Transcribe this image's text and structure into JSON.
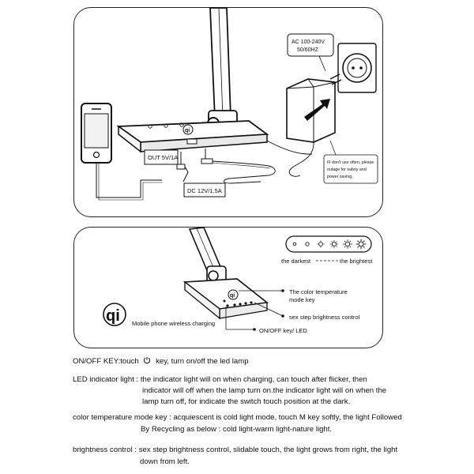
{
  "top_panel": {
    "ac_label_1": "AC 100-240V",
    "ac_label_2": "50/60HZ",
    "out_label": "OUT 5V/1A",
    "dc_label": "DC 12V/1.5A",
    "note_lines": [
      "IF don't use often, please",
      "outage for safety and",
      "power saving."
    ]
  },
  "bottom_panel": {
    "darkest": "the darkest",
    "brightest": "the brightest",
    "color_mode_1": "The color temperature",
    "color_mode_2": "mode key",
    "six_step": "sex step brightness control",
    "onoff": "ON/OFF key/ LED",
    "wireless": "Mobile phone wireless charging",
    "qi_logo": "qi"
  },
  "descriptions": {
    "onoff_key_label": "ON/OFF KEY:touch",
    "onoff_key_text": "key, turn on/off the led lamp",
    "led_key": "LED indicator light :",
    "led_text_1": "the indicator light will on when charging, can touch after flicker, then",
    "led_text_2": "indicator will off when the lamp turn on.the indicator light will on when the",
    "led_text_3": "lamp turn off, for indicate the switch touch position at the dark.",
    "color_key": "color temperature mode key :",
    "color_text_1": "acquiescent is cold light mode, touch M key softly, the light Followed",
    "color_text_2": "By Recycling as below : cold light-warm light-nature light.",
    "bright_key": "brightness control :",
    "bright_text_1": "sex step brightness control, slidable touch, the light grows from right, the light",
    "bright_text_2": "down from left."
  },
  "icons": [
    "power-icon",
    "smartphone-icon",
    "wall-socket-icon",
    "power-adapter-icon",
    "qi-logo-icon",
    "sun-icon"
  ]
}
